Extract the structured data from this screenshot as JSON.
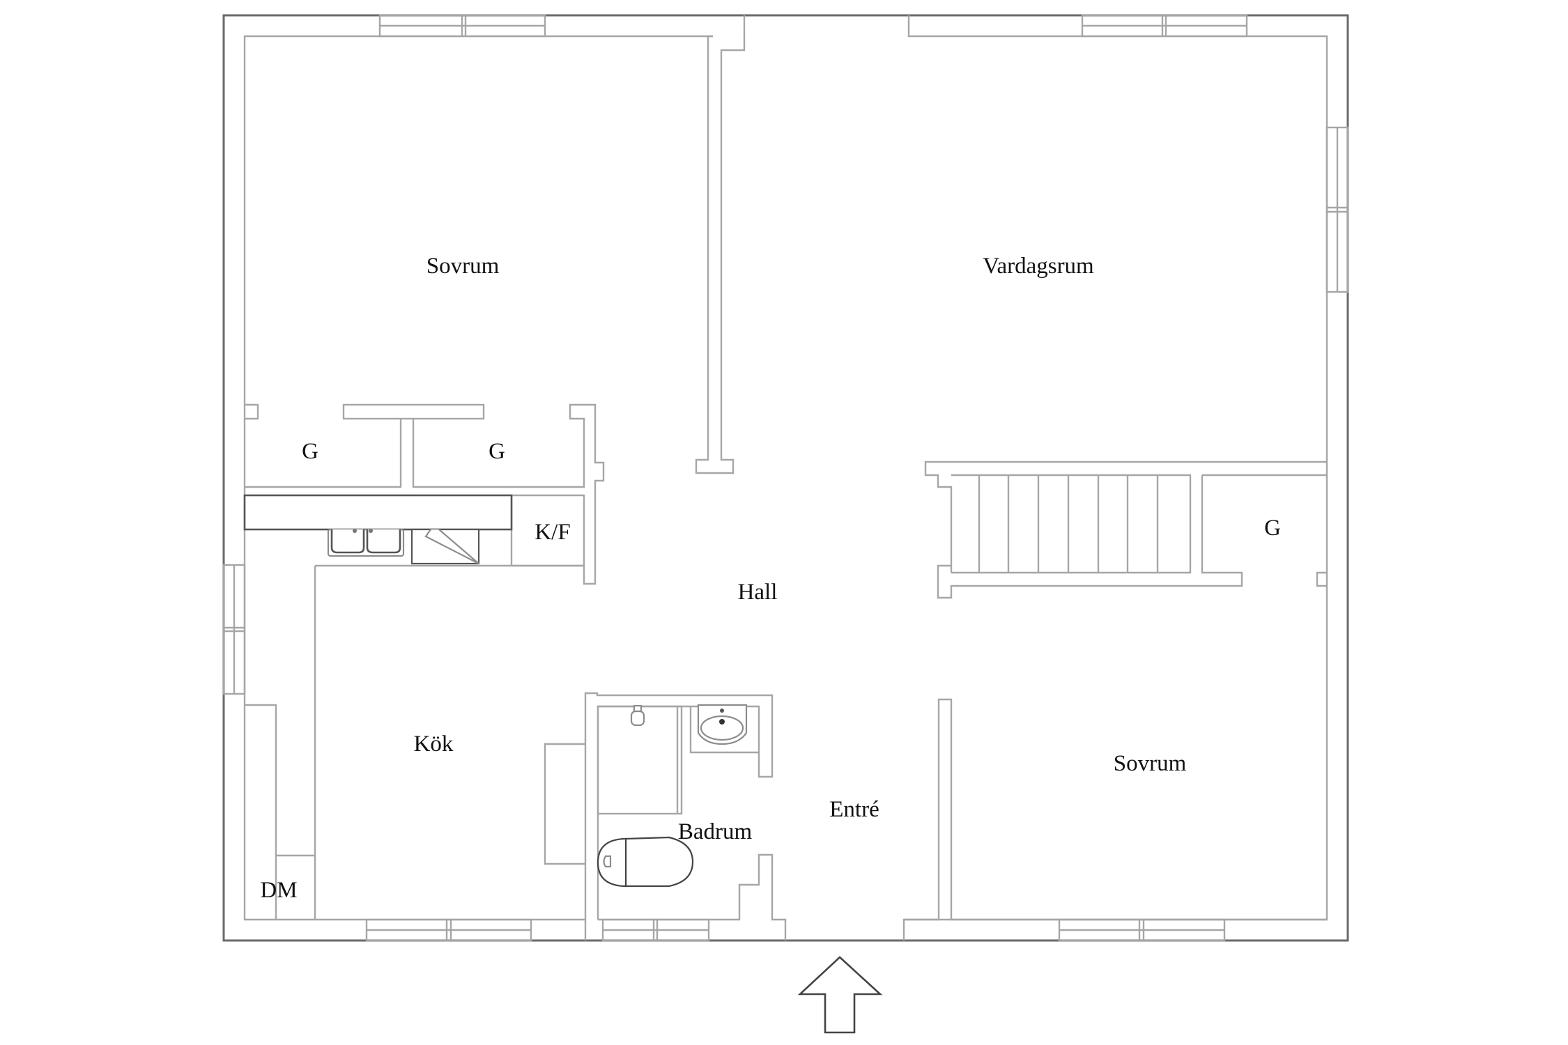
{
  "plan": {
    "type": "floor-plan",
    "colors": {
      "wall_outer": "#6a6a6a",
      "wall_inner": "#a6a6a6",
      "text": "#111111",
      "background": "#ffffff"
    },
    "rooms": [
      {
        "id": "sovrum-1",
        "label": "Sovrum"
      },
      {
        "id": "vardagsrum",
        "label": "Vardagsrum"
      },
      {
        "id": "garderob-1",
        "label": "G"
      },
      {
        "id": "garderob-2",
        "label": "G"
      },
      {
        "id": "garderob-3",
        "label": "G"
      },
      {
        "id": "kyl-frys",
        "label": "K/F"
      },
      {
        "id": "hall",
        "label": "Hall"
      },
      {
        "id": "kok",
        "label": "Kök"
      },
      {
        "id": "badrum",
        "label": "Badrum"
      },
      {
        "id": "entre",
        "label": "Entré"
      },
      {
        "id": "sovrum-2",
        "label": "Sovrum"
      },
      {
        "id": "diskmaskin",
        "label": "DM"
      }
    ],
    "entrance_arrow": "arrow-up-icon"
  }
}
